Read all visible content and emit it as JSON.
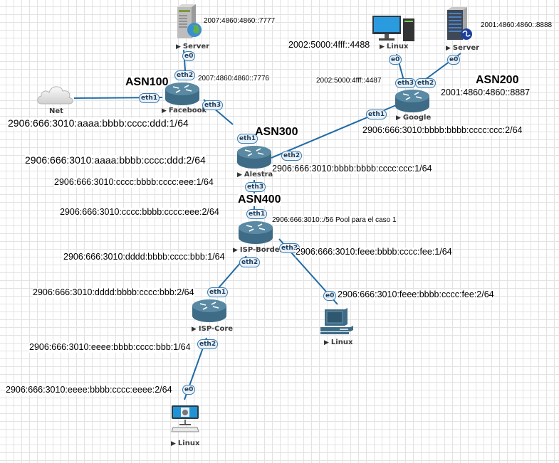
{
  "diagram": {
    "asn_labels": {
      "asn100": "ASN100",
      "asn200": "ASN200",
      "asn300": "ASN300",
      "asn400": "ASN400"
    },
    "nodes": {
      "net": {
        "label": "Net",
        "type": "cloud"
      },
      "facebook": {
        "label": "Facebook",
        "type": "router"
      },
      "server_fb": {
        "label": "Server",
        "type": "web-server"
      },
      "google": {
        "label": "Google",
        "type": "router"
      },
      "linux_google": {
        "label": "Linux",
        "type": "desktop"
      },
      "server_google": {
        "label": "Server",
        "type": "server"
      },
      "alestra": {
        "label": "Alestra",
        "type": "router"
      },
      "isp_border": {
        "label": "ISP-Border",
        "type": "router"
      },
      "isp_core": {
        "label": "ISP-Core",
        "type": "router"
      },
      "linux_border": {
        "label": "Linux",
        "type": "pc"
      },
      "linux_core": {
        "label": "Linux",
        "type": "mac-terminal"
      }
    },
    "ports": {
      "server_fb_e0": "e0",
      "facebook_eth2": "eth2",
      "facebook_eth1": "eth1",
      "facebook_eth3": "eth3",
      "linux_google_e0": "e0",
      "server_google_e0": "e0",
      "google_eth3": "eth3",
      "google_eth2": "eth2",
      "google_eth1": "eth1",
      "alestra_eth1": "eth1",
      "alestra_eth2": "eth2",
      "alestra_eth3": "eth3",
      "border_eth1": "eth1",
      "border_eth2": "eth2",
      "border_eth3": "eth3",
      "core_eth1": "eth1",
      "core_eth2": "eth2",
      "linux_border_e0": "e0",
      "linux_core_e0": "e0"
    },
    "addresses": {
      "server_fb": "2007:4860:4860::7777",
      "facebook_eth2": "2007:4860:4860::7776",
      "facebook_eth1": "2906:666:3010:aaaa:bbbb:cccc:ddd:1/64",
      "alestra_eth1": "2906:666:3010:aaaa:bbbb:cccc:ddd:2/64",
      "alestra_eth3": "2906:666:3010:cccc:bbbb:cccc:eee:1/64",
      "border_eth1": "2906:666:3010:cccc:bbbb:cccc:eee:2/64",
      "border_pool": "2906:666:3010::/56  Pool para el caso 1",
      "border_eth2": "2906:666:3010:dddd:bbbb:cccc:bbb:1/64",
      "core_eth1": "2906:666:3010:dddd:bbbb:cccc:bbb:2/64",
      "core_eth2": "2906:666:3010:eeee:bbbb:cccc:bbb:1/64",
      "linux_core_e0": "2906:666:3010:eeee:bbbb:cccc:eeee:2/64",
      "border_eth3": "2906:666:3010:feee:bbbb:cccc:fee:1/64",
      "linux_border_e0": "2906:666:3010:feee:bbbb:cccc:fee:2/64",
      "alestra_eth2": "2906:666:3010:bbbb:bbbb:cccc:ccc:1/64",
      "google_eth1": "2906:666:3010:bbbb:bbbb:cccc:ccc:2/64",
      "linux_google": "2002:5000:4fff::4488",
      "google_eth3": "2002:5000:4fff::4487",
      "server_google": "2001:4860:4860::8888",
      "google_eth2": "2001:4860:4860::8887"
    },
    "colors": {
      "link": "#1f6aa5",
      "router_body": "#3e6b85",
      "router_top": "#5a8aa3",
      "grid": "#e3e3e3"
    }
  }
}
